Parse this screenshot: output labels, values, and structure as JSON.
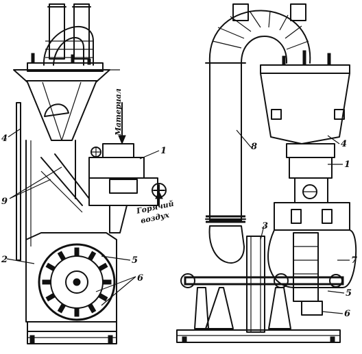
{
  "labels": {
    "material": "Материал",
    "hot_air_1": "Горячий",
    "hot_air_2": "воздух",
    "n1_left": "1",
    "n2_left": "2",
    "n4_left": "4",
    "n5_left": "5",
    "n6_left": "6",
    "n9_left": "9",
    "n3_right": "3",
    "n8_right": "8",
    "n4_right": "4",
    "n1_right": "1",
    "n7_right": "7",
    "n5_right": "5",
    "n6_right": "6"
  }
}
